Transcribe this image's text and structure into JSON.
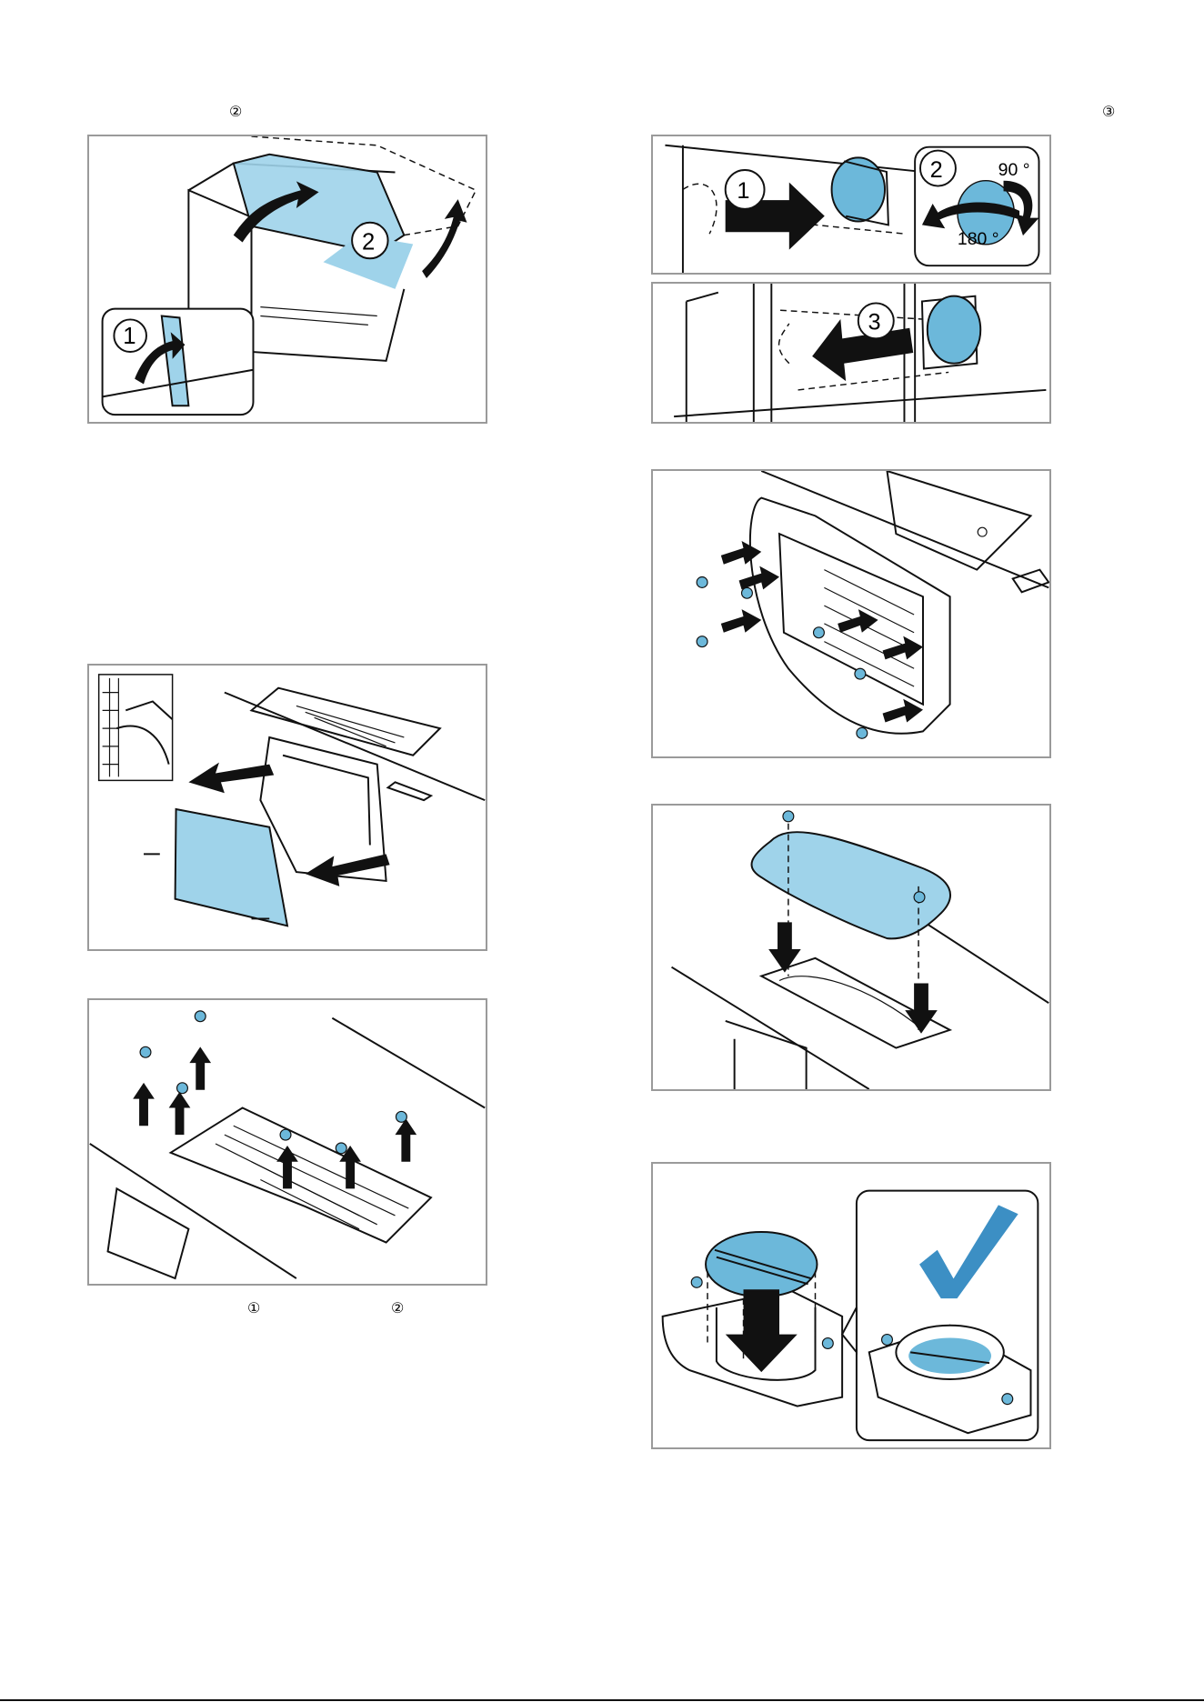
{
  "markers": {
    "top_left": "②",
    "top_right": "③",
    "bottom_left_1": "①",
    "bottom_left_2": "②"
  },
  "figure1": {
    "label_1": "1",
    "label_2": "2"
  },
  "figure2": {
    "label_1": "1",
    "label_2": "2",
    "angle_90": "90 °",
    "angle_180": "180 °"
  },
  "figure3": {
    "label_3": "3"
  },
  "colors": {
    "accent_blue": "#9fd3ea",
    "panel_border": "#9a9a9a"
  }
}
